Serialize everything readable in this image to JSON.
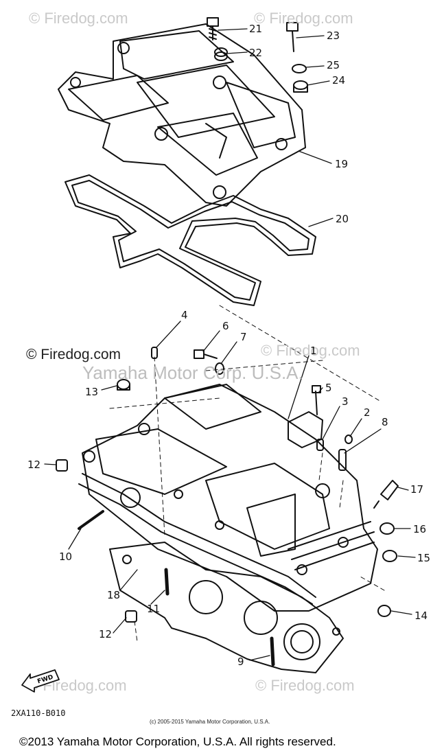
{
  "watermarks": [
    "© Firedog.com",
    "© Firedog.com",
    "© Firedog.com",
    "© Firedog.com",
    "© Firedog.com",
    "© Firedog.com"
  ],
  "overlay_text": "Yamaha Motor Corp. U.S.A.",
  "part_labels": [
    "21",
    "22",
    "23",
    "25",
    "24",
    "19",
    "20",
    "4",
    "6",
    "7",
    "1",
    "13",
    "5",
    "3",
    "2",
    "8",
    "12",
    "17",
    "16",
    "10",
    "15",
    "18",
    "11",
    "14",
    "12",
    "9"
  ],
  "fwd_label": "FWD",
  "diagram_code": "2XA110-B010",
  "small_copyright": "(c) 2005-2015 Yamaha Motor Corporation, U.S.A.",
  "copyright": "©2013 Yamaha Motor Corporation, U.S.A. All rights reserved."
}
